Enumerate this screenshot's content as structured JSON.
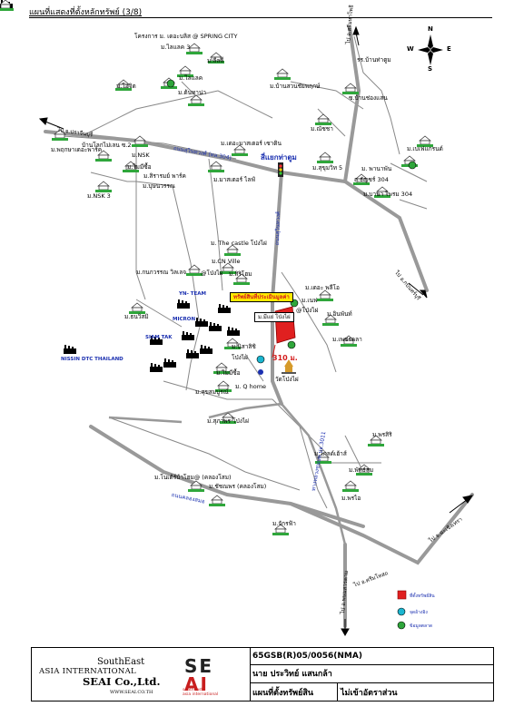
{
  "header": {
    "title": "แผนที่แสดงที่ตั้งหลักทรัพย์ (3/8)"
  },
  "compass": {
    "n": "N",
    "s": "S",
    "e": "E",
    "w": "W"
  },
  "labels": {
    "spring_city": "โครงการ ม. เดอะบลิส @ SPRING CITY",
    "lilac3": "ม.ไลแลค 3",
    "lili": "ม.ลีลลี่",
    "lilac": "ม.ไลแลค",
    "ojit": "ม.โอจิต",
    "tontanpa": "ม.ต้นทาน่า",
    "bansuan": "ม.บ้านสวนชัยพฤกษ์",
    "banchongmarn": "ซ.บ้านช่องแสน",
    "mancha": "ม.ณัชชา",
    "ban_tha_toom": "รร.บ้านท่าตูม",
    "pruksa": "ม.พฤกษาเดอะพาร์ค",
    "banluck": "บ้านโลกไม่เลน ซ.2",
    "nsk": "ม.NSK",
    "mimuk": "ม.ไมมีซื้อ",
    "nsk3": "ม.NSK 3",
    "siri": "ม.สิรารมย์ พาร์ค",
    "bunnachan": "ม.บุษนวรรณ",
    "cassa": "ม.เดอะมาสเตอร์ เซาติน",
    "master": "ม.มาสเตอร์ ไลฟ์",
    "junction": "สี่แยกท่าตูม",
    "sukhumvit5": "ม.สุขุมวิท 5",
    "phanaphan": "ม. พานาพัน",
    "road304": "ถ.ธัญชร์ 304",
    "banna": "ม.บานา ไพรม 304",
    "benefit": "ม.เบเฟแกรนด์",
    "castle": "ม. The castle โป่งไผ่",
    "cnville": "ม.CN Ville",
    "kanok": "ม.กนกวรรณ วิลเลจ",
    "pongphai": "@โป่งไผ่",
    "siri2": "ม.สิริโฮม",
    "yn": "YN- TEAM",
    "sitt": "ม.ธนวิสมิ",
    "micron": "MICRON",
    "nsk_thai": "NISSIN DTC THAILAND",
    "siam": "SIAM TAK",
    "pongpai2": "ม.มีแย่ โป่งไผ่",
    "proj": "ทรัพย์สินที่ประเมินมูลค่า",
    "neph": "ม.เนฟ",
    "pongpai3": "@โป่งไผ่",
    "inpatent": "ม.อินพันท์",
    "the_palio": "ม.เดอะ พลีโอ",
    "phechkorn": "ม.เพชรคลา",
    "nisachit": "ม.นิสาสิชิ",
    "pongpai4": "โป่งไผ่",
    "mimit": "ม.ไมมีซื้อ",
    "qhome": "ม. Q home",
    "temple": "วัดโป่งไผ่",
    "sumsomboon": "ม.สุขสมบูรณ์",
    "supaporn": "ม.สุภาพร โป่งไผ่",
    "distance": "310 ม.",
    "parisi": "ม.พรสิริ",
    "golden": "ม.โกลด์เฮ้าส์",
    "phetnoi": "ม.พัทธ์ลม",
    "phetsai": "ม.พรไอ",
    "nomet": "ม.โนเต้ร์บ้าโฮม@ (คลองโสม)",
    "satcha": "ม.ชัชณพร (คลองโสม)",
    "chakkapa": "ม.จักรฟ้า"
  },
  "roads": {
    "to_sriracha": "ไป อ.ศรีมหาโพธิ",
    "to_kabin": "ไป จ.ปราจีนบุรี",
    "to_nakhon": "ไป อ.กบินทร์บุรี",
    "to_prachin": "ไป จ.ฉะเชิงเทรา",
    "to_kokpho": "ไป อ.ศรีมโหสถ",
    "to_bottom": "ไป อ.พนมสารคาม",
    "road_vert": "ถนนสุวินทวงศ์",
    "road_diag": "ถนนสุวินทวงศ์ (ทล.304)",
    "road_low": "ทางหลวงชนบท ปจ.3011",
    "road_lower": "ถนนคลองสมอ"
  },
  "legend": {
    "item1": "ที่ตั้งทรัพย์สิน",
    "item2": "จุดอ้างอิง",
    "item3": "ข้อมูลตลาด"
  },
  "footer": {
    "co_line1": "SouthEast",
    "co_line2": "ASIA INTERNATIONAL",
    "co_line3": "SEAI Co.,Ltd.",
    "co_url": "WWW.SEAI.CO.TH",
    "logo_top": "SE",
    "logo_bottom": "AI",
    "logo_sub1": "southeast",
    "logo_sub2": "asia international",
    "code": "65GSB(R)05/0056(NMA)",
    "owner": "นาย ประวิทย์ แสนกล้า",
    "doc": "แผนที่ตั้งทรัพย์สิน",
    "scale": "ไม่เข้าอัตราส่วน"
  }
}
